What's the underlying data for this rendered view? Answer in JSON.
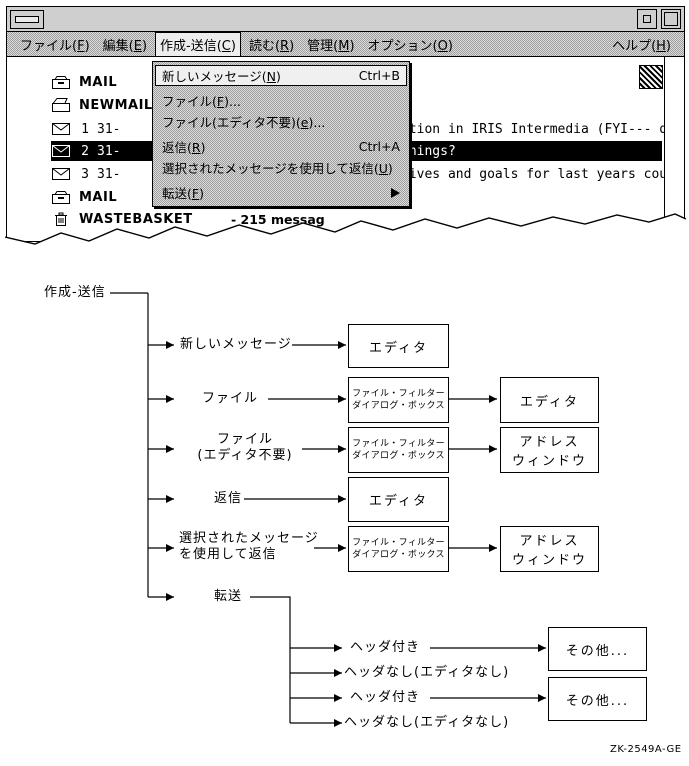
{
  "colors": {
    "selection_bg": "#000000",
    "selection_fg": "#ffffff",
    "window_gray": "#cfcfcf",
    "menu_dither_gray": "#9d9d9d"
  },
  "icons": {
    "window_menu": "horizontal-bar",
    "minimize": "small-square",
    "maximize": "large-square",
    "folder": "drawer",
    "folder_open": "open-drawer",
    "message": "envelope",
    "wastebasket": "trash-can",
    "busy_corner": "diagonal-stripes",
    "submenu": "right-arrow"
  },
  "window": {
    "menubar": {
      "items": [
        "ファイル(F)",
        "編集(E)",
        "作成-送信(C)",
        "読む(R)",
        "管理(M)",
        "オプション(O)"
      ],
      "help_item": "ヘルプ(H)"
    },
    "compose_menu": {
      "items": [
        {
          "label": "新しいメッセージ(N)",
          "accelerator": "Ctrl+B"
        },
        {
          "label": "ファイル(F)..."
        },
        {
          "label": "ファイル(エディタ不要)(e)..."
        },
        {
          "label": "返信(R)",
          "accelerator": "Ctrl+A"
        },
        {
          "label": "選択されたメッセージを使用して返信(U)"
        },
        {
          "label": "転送(F)"
        }
      ]
    },
    "mail_list": {
      "rows": [
        {
          "label": "MAIL"
        },
        {
          "label": "NEWMAIL"
        },
        {
          "num": "1",
          "date": "31-",
          "fragment": "ition in IRIS Intermedia  (FYI--- q"
        },
        {
          "num": "2",
          "date": "31-",
          "fragment": "things?"
        },
        {
          "num": "3",
          "date": "31-",
          "fragment": "lives and goals for last years coun"
        },
        {
          "label": "MAIL"
        },
        {
          "label": "WASTEBASKET",
          "count": "- 215 messag"
        }
      ]
    }
  },
  "diagram": {
    "root_label": "作成-送信",
    "branches": [
      {
        "label": "新しいメッセージ",
        "box1": "エディタ"
      },
      {
        "label": "ファイル",
        "box1": "ファイル・フィルター\nダイアログ・ボックス",
        "box2": "エディタ"
      },
      {
        "label": "ファイル\n(エディタ不要)",
        "box1": "ファイル・フィルター\nダイアログ・ボックス",
        "box2": "アドレス\nウィンドウ"
      },
      {
        "label": "返信",
        "box1": "エディタ"
      },
      {
        "label": "選択されたメッセージ\nを使用して返信",
        "box1": "ファイル・フィルター\nダイアログ・ボックス",
        "box2": "アドレス\nウィンドウ"
      },
      {
        "label": "転送"
      }
    ],
    "forward_branches": [
      {
        "label": "ヘッダ付き",
        "box": "その他..."
      },
      {
        "label": "ヘッダなし(エディタなし)"
      },
      {
        "label": "ヘッダ付き",
        "box": "その他..."
      },
      {
        "label": "ヘッダなし(エディタなし)"
      }
    ]
  },
  "figure_label": "ZK-2549A-GE"
}
